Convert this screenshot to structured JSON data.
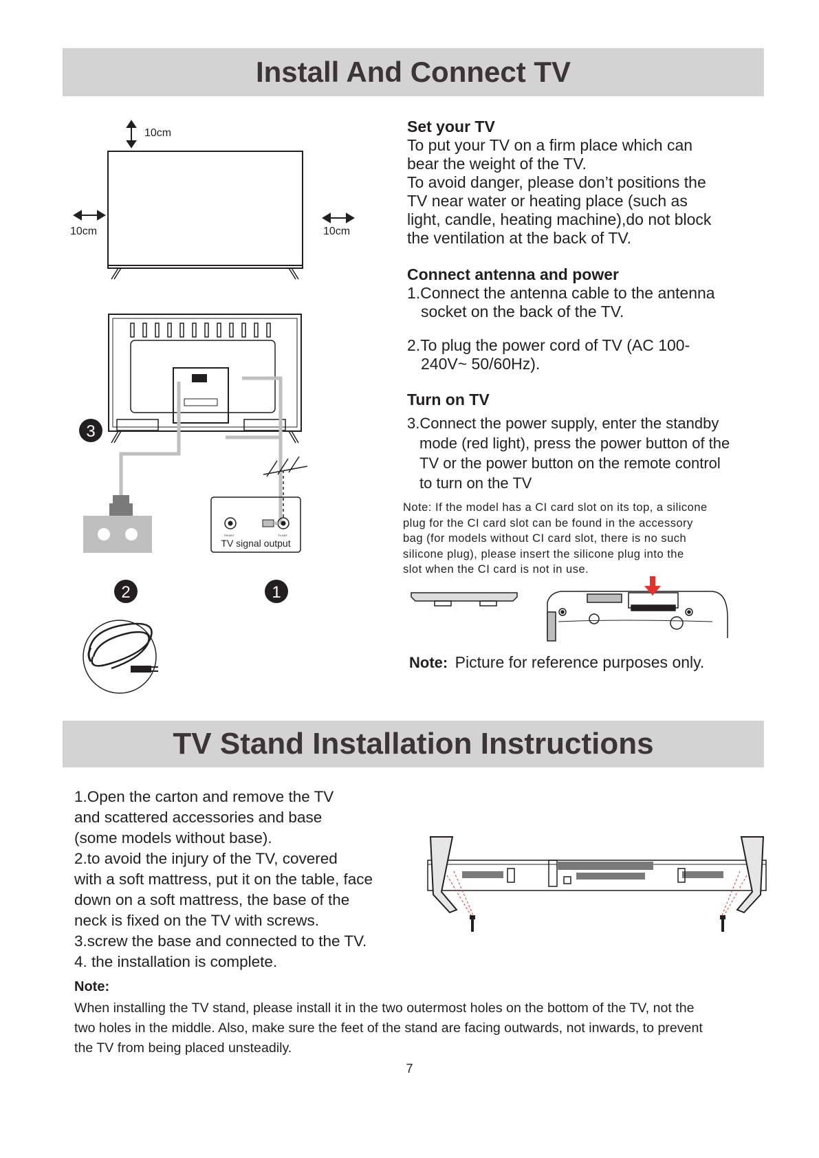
{
  "section1": {
    "title": "Install And Connect TV",
    "diagram": {
      "top_gap": "10cm",
      "left_gap": "10cm",
      "right_gap": "10cm",
      "signal_box_label": "TV signal output",
      "fm_label": "FM ANT",
      "tv_label": "TV ANT",
      "step_labels": [
        "3",
        "2",
        "1"
      ]
    },
    "set_tv": {
      "heading": "Set your TV",
      "lines": [
        "To put your TV on a firm place which can",
        "bear the weight of the TV.",
        "To avoid danger, please don’t  positions the",
        "TV near water or heating place (such as",
        "light, candle, heating machine),do not block",
        "the ventilation at the back of TV."
      ]
    },
    "connect": {
      "heading": "Connect antenna and power",
      "item1_line1": "1.Connect the antenna cable to the antenna",
      "item1_line2": "socket on the back of the TV.",
      "item2_line1": "2.To plug the power cord of TV (AC 100-",
      "item2_line2": "240V~ 50/60Hz)."
    },
    "turn_on": {
      "heading": "Turn on TV",
      "line1": "3.Connect the power supply, enter the standby",
      "line2": "mode (red light), press the power button of the",
      "line3": "TV or the power button on the remote control",
      "line4": "to turn on the TV"
    },
    "ci_note": [
      "Note: If the model has a CI card slot on its top, a silicone",
      "plug for the CI card slot can be found in the accessory",
      "bag (for models without CI card slot, there is no such",
      "silicone plug), please insert the silicone plug into the",
      "slot when the CI card is not in use."
    ],
    "picture_note_label": "Note:",
    "picture_note_text": "Picture for reference purposes only.",
    "accent_color": "#e5312a"
  },
  "section2": {
    "title": "TV Stand Installation Instructions",
    "steps": [
      "1.Open the carton and remove the TV",
      "and scattered accessories and base",
      "(some models without base).",
      "2.to avoid the injury of the TV, covered",
      "with a soft mattress, put it on the table, face",
      "down on a soft mattress, the base of the",
      "neck is fixed on the TV with screws.",
      "3.screw the base and connected to the TV.",
      "4. the installation is complete."
    ],
    "note_label": "Note:",
    "note_lines": [
      "When installing the TV stand, please install it in the two outermost holes on the bottom of the TV, not the",
      "two holes in the middle. Also, make sure the feet of the stand are facing outwards, not inwards, to prevent",
      "the TV from being placed unsteadily."
    ]
  },
  "page_number": "7"
}
